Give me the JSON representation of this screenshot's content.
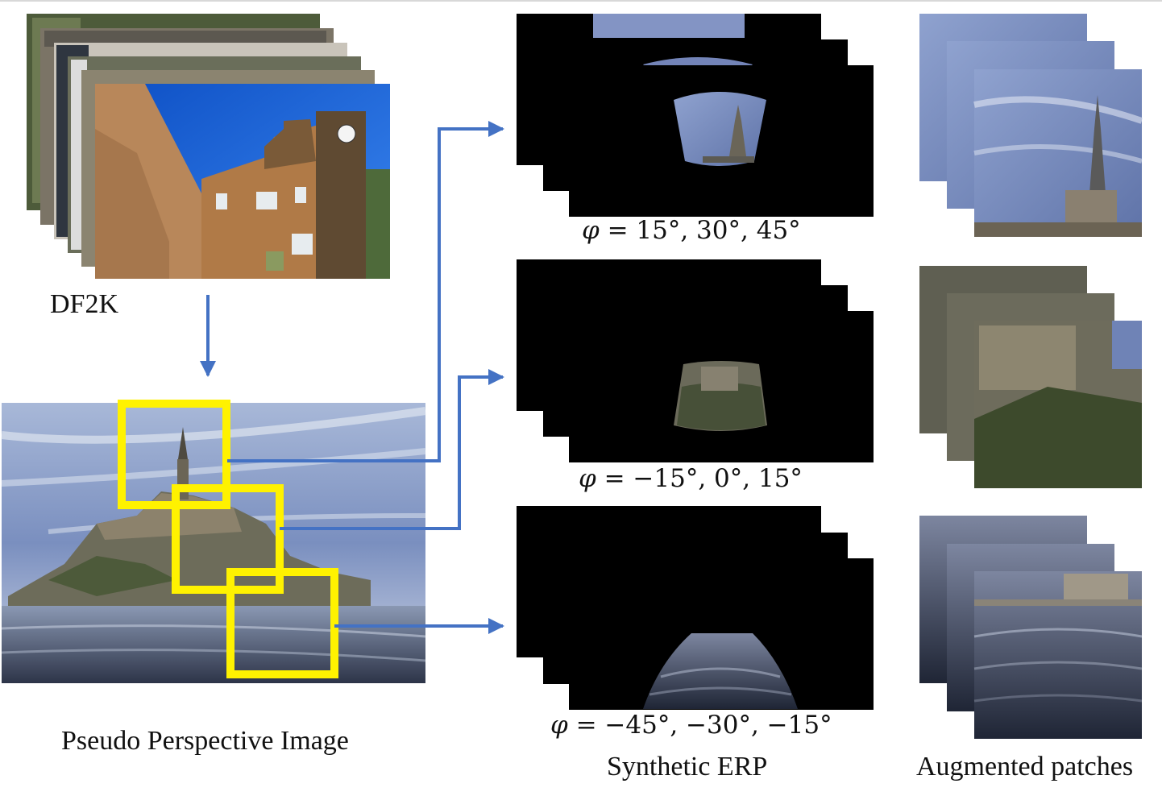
{
  "labels": {
    "source": "DF2K",
    "pseudo": "Pseudo Perspective Image",
    "erp": "Synthetic ERP",
    "patches": "Augmented patches"
  },
  "erp_rows": [
    {
      "symbol": "φ",
      "range": "= 15°, 30°, 45°"
    },
    {
      "symbol": "φ",
      "range": "= −15°, 0°, 15°"
    },
    {
      "symbol": "φ",
      "range": "= −45°, −30°, −15°"
    }
  ],
  "colors": {
    "arrow": "#4472C4",
    "crop_box": "#FFF200",
    "sky": "#7286b5",
    "water": "#5a6a86",
    "stone": "#8a7a60",
    "blue_sky": "#1660d8",
    "erp_background": "#000000"
  }
}
